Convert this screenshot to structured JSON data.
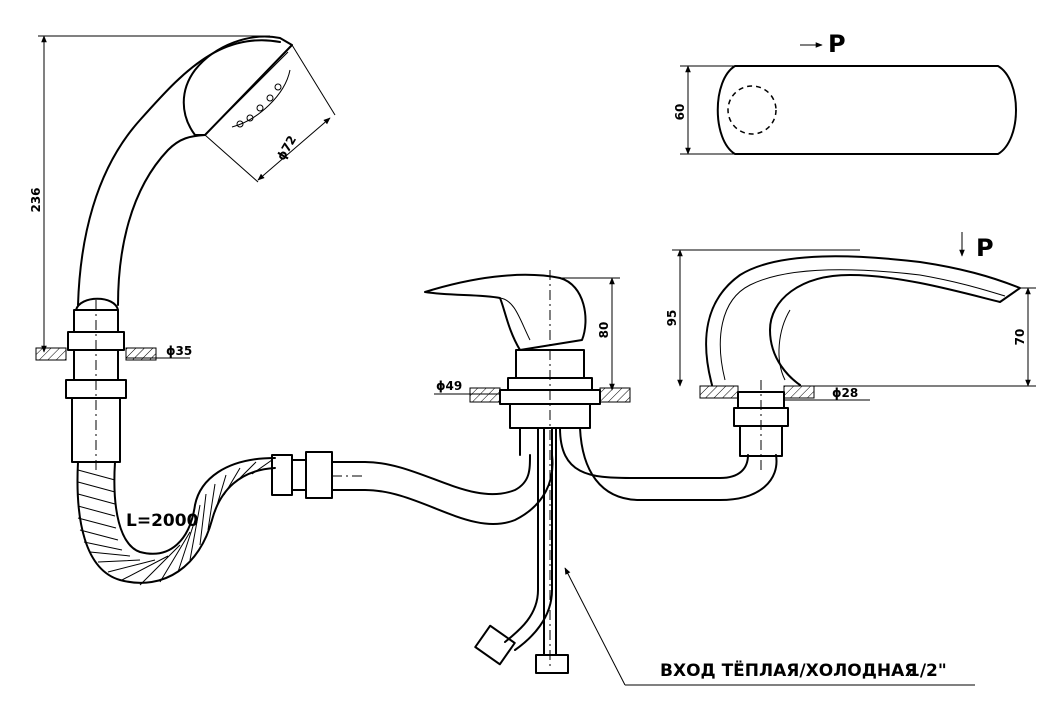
{
  "dimensions": {
    "hand_shower_height": "236",
    "shower_head_diameter": "ϕ72",
    "shower_holder_diameter": "ϕ35",
    "mixer_base_diameter": "ϕ49",
    "mixer_height": "80",
    "spout_height": "95",
    "spout_outlet_height": "70",
    "spout_base_diameter": "ϕ28",
    "top_view_width": "60"
  },
  "labels": {
    "hose_length": "L=2000",
    "view_marker_top": "P",
    "view_marker_side": "P",
    "inlet_note": "ВХОД ТЁПЛАЯ/ХОЛОДНАЯ",
    "inlet_size": "1/2\""
  }
}
